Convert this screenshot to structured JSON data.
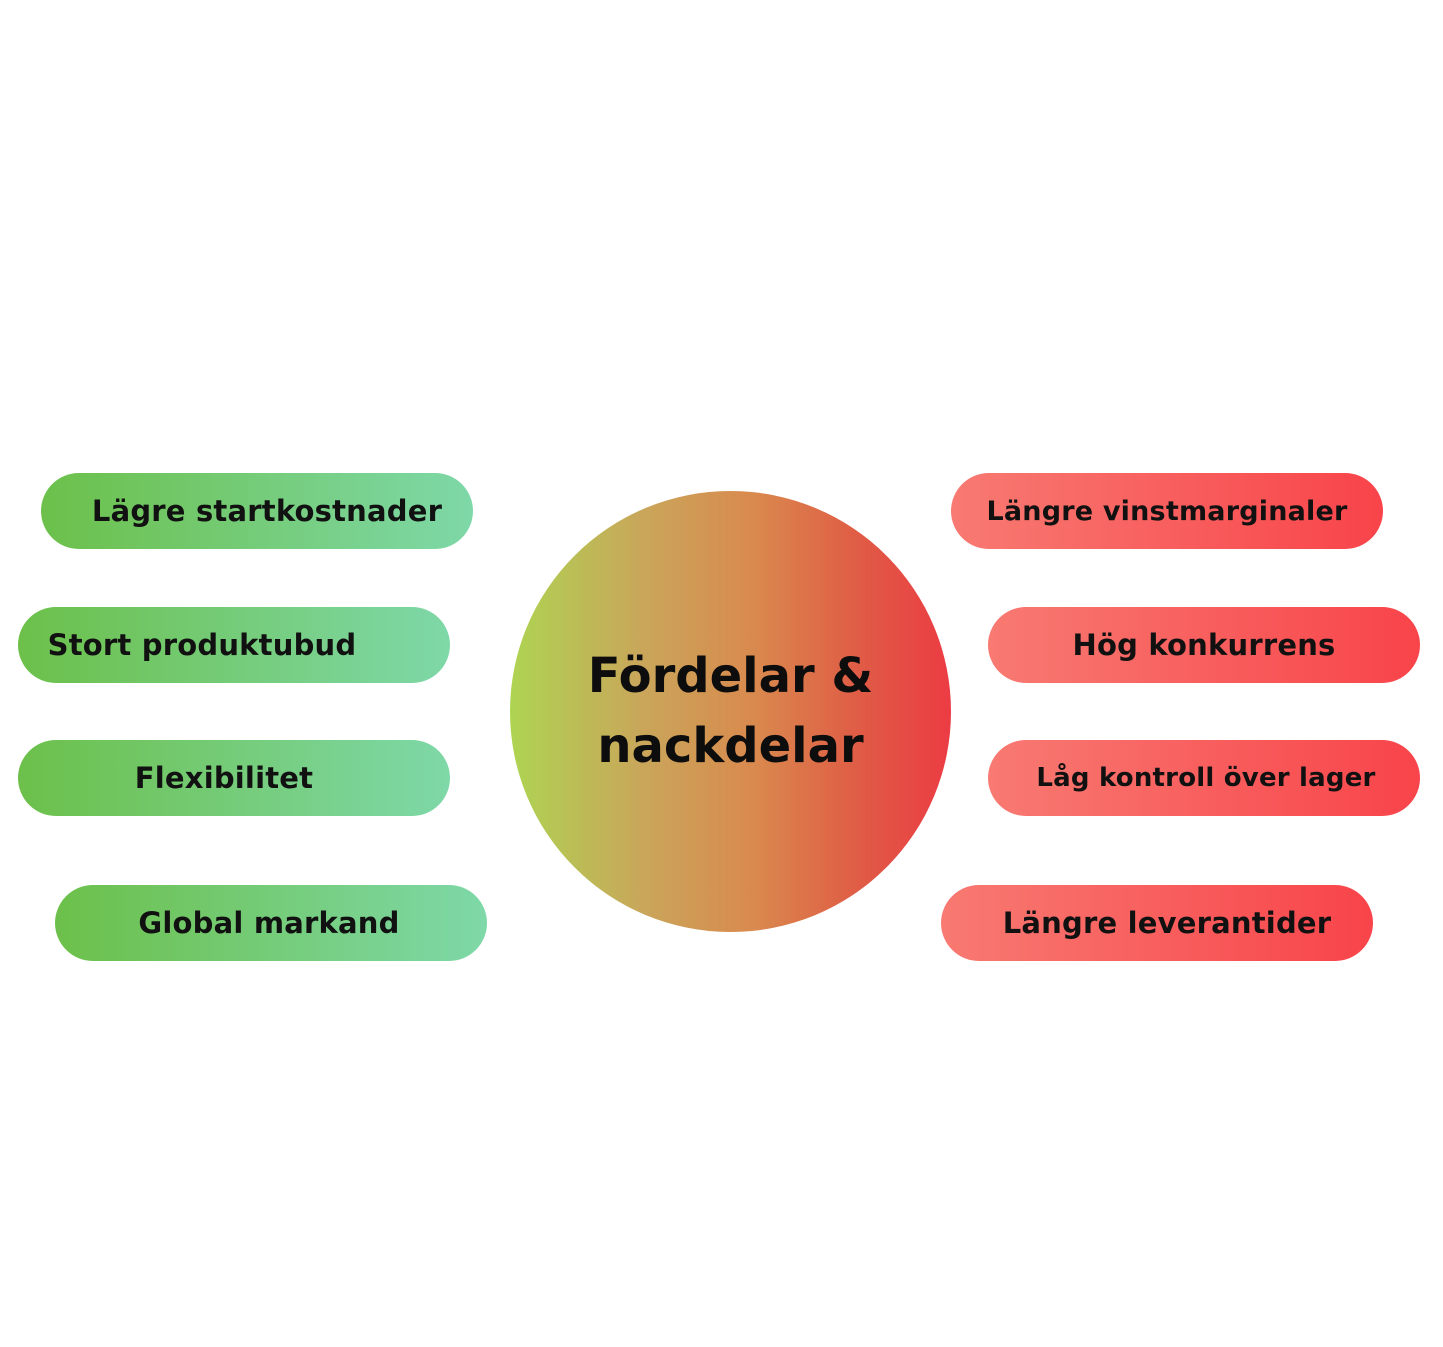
{
  "center": {
    "title": "Fördelar & nackdelar",
    "gradient_colors": [
      "#aed452",
      "#d98a4e",
      "#ec3c44"
    ]
  },
  "pros": {
    "color_from": "#6cc04a",
    "color_to": "#7ed8a8",
    "items": [
      {
        "label": "Lägre startkostnader"
      },
      {
        "label": "Stort produktubud"
      },
      {
        "label": "Flexibilitet"
      },
      {
        "label": "Global markand"
      }
    ]
  },
  "cons": {
    "color_from": "#f87a72",
    "color_to": "#f8444a",
    "items": [
      {
        "label": "Längre vinstmarginaler"
      },
      {
        "label": "Hög konkurrens"
      },
      {
        "label": "Låg kontroll över lager"
      },
      {
        "label": "Längre leverantider"
      }
    ]
  }
}
